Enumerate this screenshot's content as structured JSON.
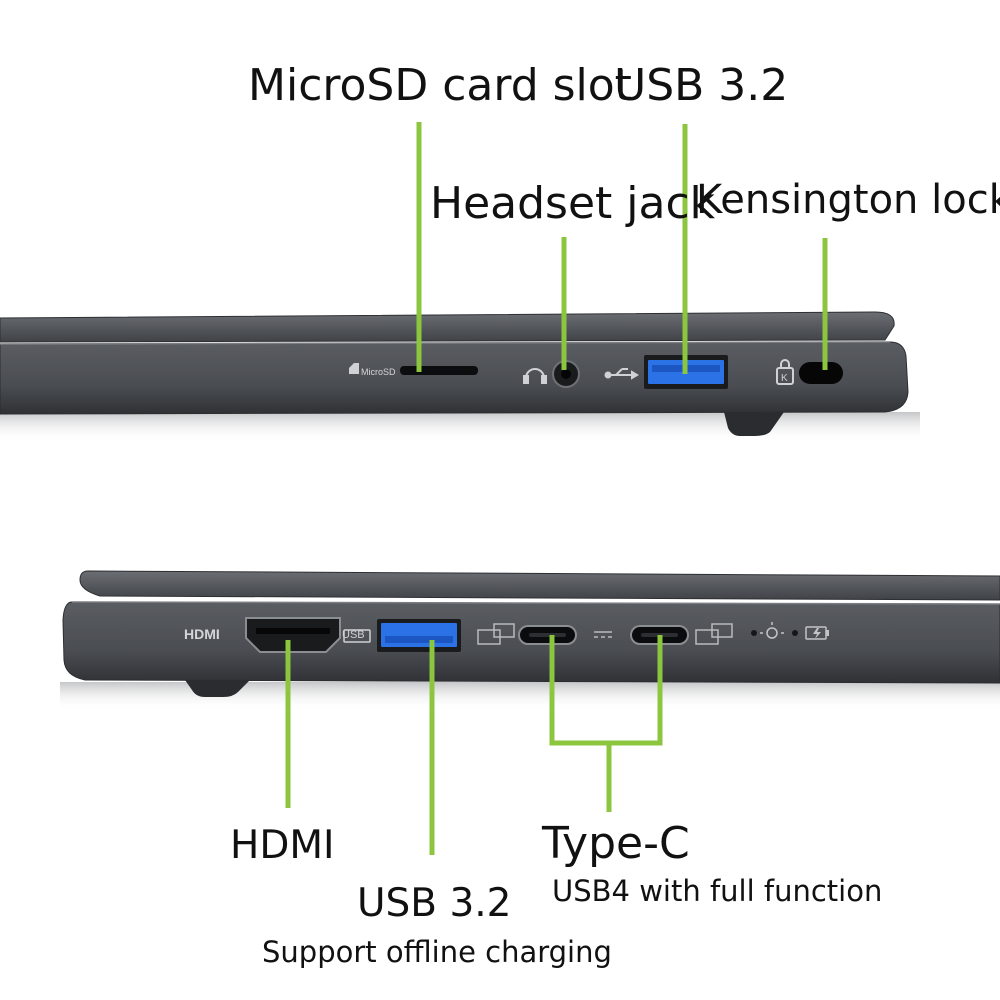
{
  "colors": {
    "callout_line": "#8cc63f",
    "laptop_body": "#4a4d52",
    "laptop_edge": "#2d2f33",
    "usb_blue": "#1f63d6",
    "label_text": "#111111"
  },
  "right_side": {
    "labels": {
      "microsd": "MicroSD card slot",
      "usb": "USB 3.2",
      "headset": "Headset jack",
      "kensington": "Kensington lock"
    },
    "port_marks": {
      "microsd_text": "MicroSD"
    },
    "icons": [
      "microsd-icon",
      "headset-icon",
      "usb-symbol-icon",
      "lock-icon"
    ]
  },
  "left_side": {
    "labels": {
      "hdmi": "HDMI",
      "usb": "USB 3.2",
      "usb_note": "Support offline charging",
      "typec": "Type-C",
      "typec_note": "USB4 with full function"
    },
    "port_marks": {
      "hdmi_text": "HDMI",
      "usb_text": "USB"
    },
    "icons": [
      "usb-charge-icon",
      "display-icon",
      "power-led-icon",
      "battery-charge-icon"
    ]
  }
}
